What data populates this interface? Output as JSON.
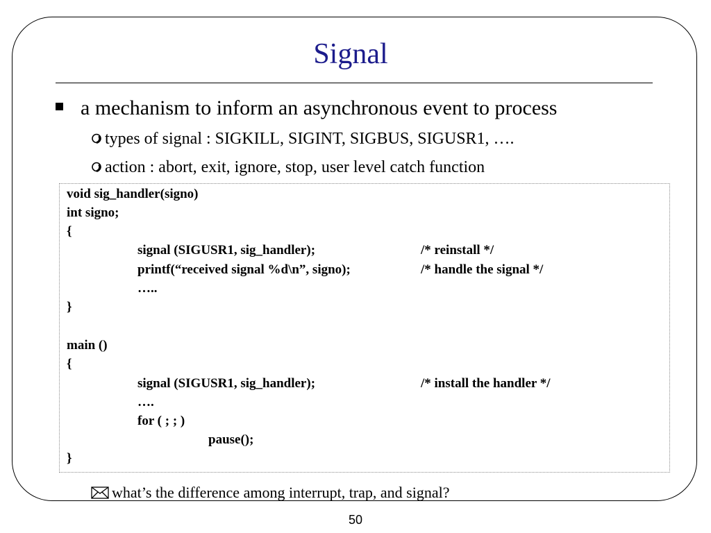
{
  "slide": {
    "title": "Signal",
    "page_number": "50"
  },
  "bullets": {
    "main": "a mechanism to inform an asynchronous event to process",
    "sub1": "types of signal : SIGKILL, SIGINT, SIGBUS, SIGUSR1, ….",
    "sub2": "action : abort, exit, ignore, stop, user level catch function",
    "question": "what’s the difference among interrupt, trap, and signal?"
  },
  "code": {
    "l1": "void sig_handler(signo)",
    "l2": "int signo;",
    "l3": "{",
    "l4": "signal (SIGUSR1, sig_handler);",
    "l4_comment": "/* reinstall */",
    "l5": "printf(“received signal %d\\n”, signo);",
    "l5_comment": "/* handle the signal */",
    "l6": "…..",
    "l7": "}",
    "l8": "main ()",
    "l9": "{",
    "l10": "signal (SIGUSR1, sig_handler);",
    "l10_comment": "/* install the handler */",
    "l11": "….",
    "l12": "for ( ; ; )",
    "l13": "pause();",
    "l14": "}"
  },
  "icons": {
    "main_bullet": "square-bullet-icon",
    "sub_bullet": "circle-bullet-icon",
    "question_bullet": "envelope-icon"
  },
  "colors": {
    "title": "#1c1c8c",
    "text": "#000000"
  }
}
